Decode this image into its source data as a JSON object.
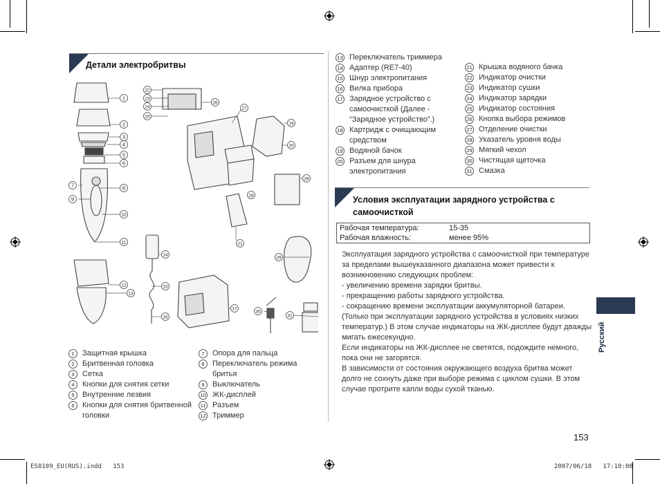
{
  "section_parts": {
    "title": "Детали электробритвы"
  },
  "diagram_labels": [
    "1",
    "2",
    "3",
    "4",
    "5",
    "6",
    "7",
    "8",
    "9",
    "10",
    "11",
    "12",
    "13",
    "14",
    "15",
    "16",
    "17",
    "18",
    "19",
    "20",
    "21",
    "22",
    "23",
    "24",
    "25",
    "26",
    "27",
    "28",
    "29",
    "30",
    "31"
  ],
  "parts_left_col1": [
    {
      "n": "1",
      "t": "Защитная крышка"
    },
    {
      "n": "2",
      "t": "Бритвенная головка"
    },
    {
      "n": "3",
      "t": "Сетка"
    },
    {
      "n": "4",
      "t": "Кнопки для снятия сетки"
    },
    {
      "n": "5",
      "t": "Внутренние лезвия"
    },
    {
      "n": "6",
      "t": "Кнопки для снятия бритвенной головки"
    }
  ],
  "parts_left_col2": [
    {
      "n": "7",
      "t": "Опора для пальца"
    },
    {
      "n": "8",
      "t": "Переключатель режима бритья"
    },
    {
      "n": "9",
      "t": "Выключатель"
    },
    {
      "n": "10",
      "t": "ЖК-дисплей"
    },
    {
      "n": "11",
      "t": "Разъем"
    },
    {
      "n": "12",
      "t": "Триммер"
    }
  ],
  "parts_right_col1": [
    {
      "n": "13",
      "t": "Переключатель триммера"
    },
    {
      "n": "14",
      "t": "Адаптер (RE7-40)"
    },
    {
      "n": "15",
      "t": "Шнур электропитания"
    },
    {
      "n": "16",
      "t": "Вилка прибора"
    },
    {
      "n": "17",
      "t": "Зарядное устройство с самоочисткой (Далее - “Зарядное устройство”.)"
    },
    {
      "n": "18",
      "t": "Картридж с очищающим средством"
    },
    {
      "n": "19",
      "t": "Водяной бачок"
    },
    {
      "n": "20",
      "t": "Разъем для шнура электропитания"
    }
  ],
  "parts_right_col2": [
    {
      "n": "21",
      "t": "Крышка водяного бачка"
    },
    {
      "n": "22",
      "t": "Индикатор очистки"
    },
    {
      "n": "23",
      "t": "Индикатор сушки"
    },
    {
      "n": "24",
      "t": "Индикатор зарядки"
    },
    {
      "n": "25",
      "t": "Индикатор состояния"
    },
    {
      "n": "26",
      "t": "Кнопка выбора режимов"
    },
    {
      "n": "27",
      "t": "Отделение очистки"
    },
    {
      "n": "28",
      "t": "Указатель уровня воды"
    },
    {
      "n": "29",
      "t": "Мягкий чехол"
    },
    {
      "n": "30",
      "t": "Чистящая щеточка"
    },
    {
      "n": "31",
      "t": "Смазка"
    }
  ],
  "section_conditions": {
    "title_line1": "Условия эксплуатации зарядного устройства с",
    "title_line2": "самоочисткой",
    "rows": [
      {
        "label": "Рабочая температура:",
        "value": "15-35"
      },
      {
        "label": "Рабочая влажность:",
        "value": "менее 95%"
      }
    ],
    "paragraphs": [
      "Эксплуатация зарядного устройства с самоочисткой при температуре за пределами вышеуказанного диапазона может привести к возникновению следующих проблем:",
      "- увеличению времени зарядки бритвы.",
      "- прекращению работы зарядного устройства.",
      "- сокращению времени эксплуатации аккумуляторной батареи. (Только при эксплуатации зарядного устройства в условиях низких температур.) В этом случае индикаторы на ЖК-дисплее будут дважды мигать ежесекундно.",
      "Если индикаторы на ЖК-дисплее не светятся, подождите немного, пока они не загорятся.",
      "В зависимости от состояния окружающего воздуха бритва может долго не сохнуть даже при выборе режима с циклом сушки. В этом случае протрите капли воды сухой тканью."
    ]
  },
  "side_label": "Русский",
  "page_number": "153",
  "footer": {
    "file": "ES8109_EU(RUS).indd   153",
    "date": "2007/06/18   17:10:08"
  }
}
